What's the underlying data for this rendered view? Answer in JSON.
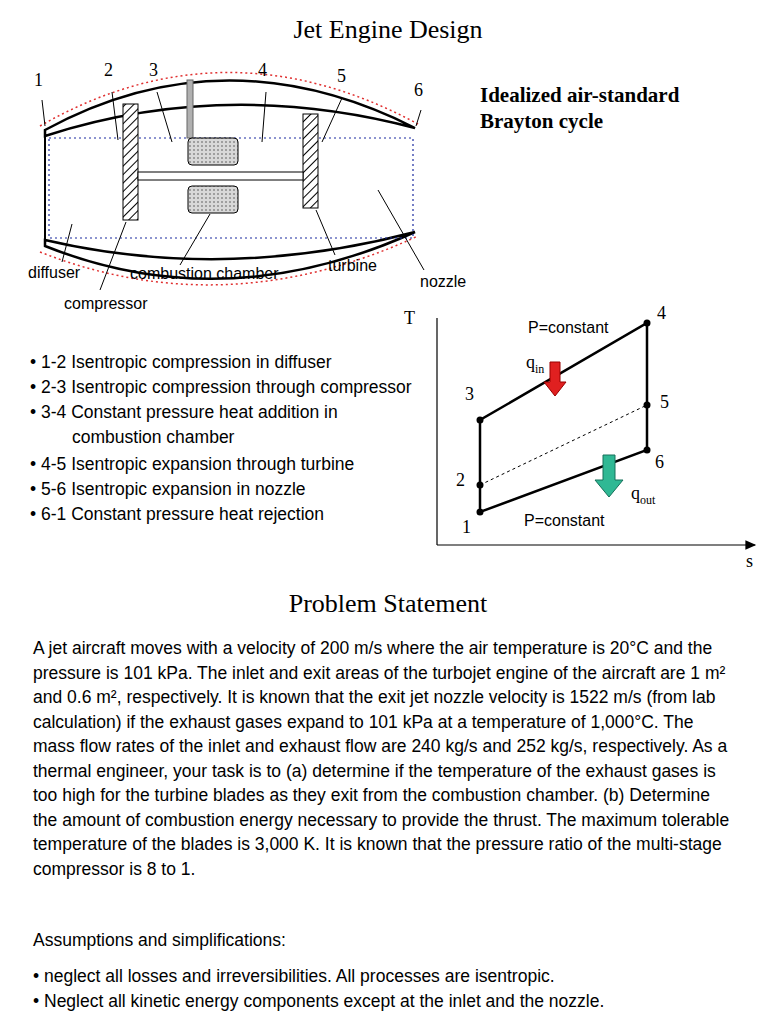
{
  "diagram": {
    "title": "Jet Engine Design",
    "labels": [
      "1",
      "2",
      "3",
      "4",
      "5",
      "6",
      "Idealized air-standard Brayton cycle",
      "diffuser",
      "combustion chamber",
      "turbine",
      "nozzle",
      "compressor",
      "T",
      "P=constant",
      "4",
      "q",
      "in",
      "3",
      "5",
      "2",
      "6",
      "q",
      "out",
      "1",
      "P=constant",
      "s",
      "• 1-2 Isentropic compression in diffuser",
      "• 2-3 Isentropic compression through compressor",
      "• 3-4 Constant pressure heat addition in combustion chamber",
      "• 4-5 Isentropic expansion through turbine",
      "• 5-6 Isentropic expansion in nozzle",
      "• 6-1 Constant pressure heat rejection",
      "Problem Statement",
      "A jet aircraft moves with a velocity of 200 m/s where the air temperature is 20°C and the pressure is 101 kPa. The inlet and exit areas of the turbojet engine of the aircraft are 1 m² and 0.6 m², respectively. It is known that the exit jet nozzle velocity is 1522 m/s (from lab calculation) if the exhaust gases expand to 101 kPa at a temperature of 1,000°C. The mass flow rates of the inlet and exhaust flow are 240 kg/s and 252 kg/s, respectively. As a thermal engineer, your task is to (a) determine if the temperature of the exhaust gases is too high for the turbine blades as they exit from the combustion chamber. (b) Determine the amount of combustion energy necessary to provide the thrust. The maximum tolerable temperature of the blades is 3,000 K. It is known that the pressure ratio of the multi-stage compressor is 8 to 1.",
      "Assumptions and simplifications:",
      "• neglect all losses and irreversibilities. All processes are isentropic.",
      "• Neglect all kinetic energy components except at the inlet and the nozzle."
    ]
  }
}
